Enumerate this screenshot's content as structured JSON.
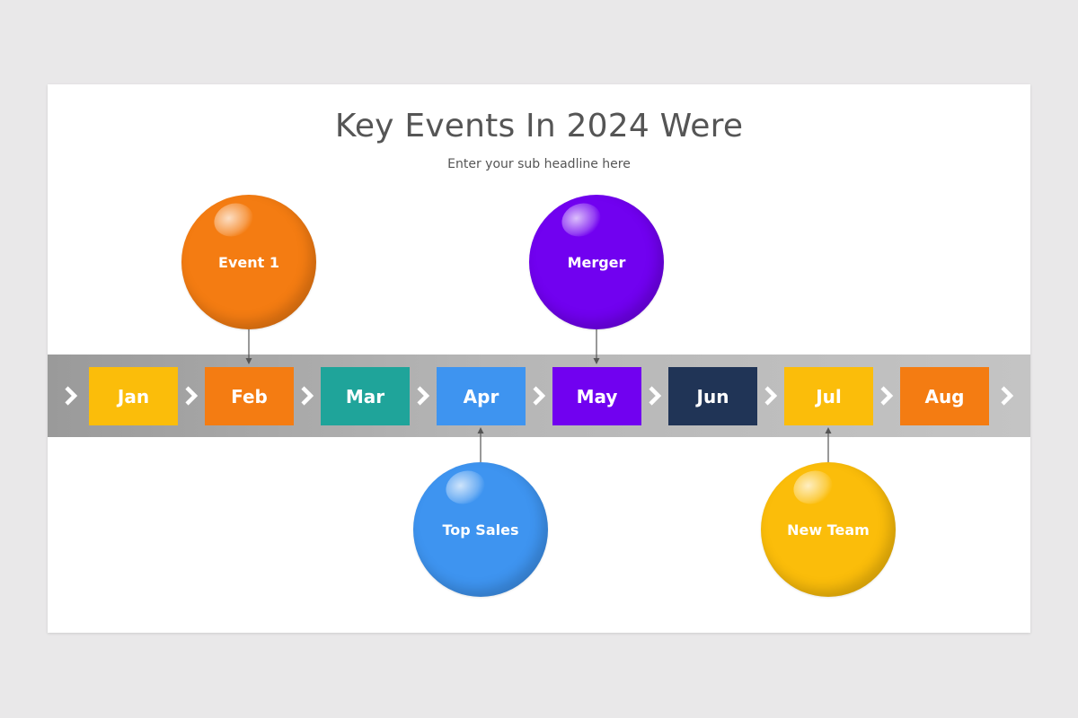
{
  "title": "Key Events In 2024 Were",
  "subtitle": "Enter your sub headline here",
  "months": [
    {
      "label": "Jan",
      "color": "#fbbd0a"
    },
    {
      "label": "Feb",
      "color": "#f47c12"
    },
    {
      "label": "Mar",
      "color": "#1fa49a"
    },
    {
      "label": "Apr",
      "color": "#3e94f0"
    },
    {
      "label": "May",
      "color": "#7101f0"
    },
    {
      "label": "Jun",
      "color": "#203456"
    },
    {
      "label": "Jul",
      "color": "#fbbd0a"
    },
    {
      "label": "Aug",
      "color": "#f47c12"
    }
  ],
  "events": [
    {
      "label": "Event 1",
      "month": "Feb",
      "side": "top",
      "color": "#f47c12"
    },
    {
      "label": "Merger",
      "month": "May",
      "side": "top",
      "color": "#7101f0"
    },
    {
      "label": "Top Sales",
      "month": "Apr",
      "side": "bottom",
      "color": "#3e94f0"
    },
    {
      "label": "New Team",
      "month": "Jul",
      "side": "bottom",
      "color": "#fbbd0a"
    }
  ],
  "chevron_icon": "chevron-right-icon"
}
